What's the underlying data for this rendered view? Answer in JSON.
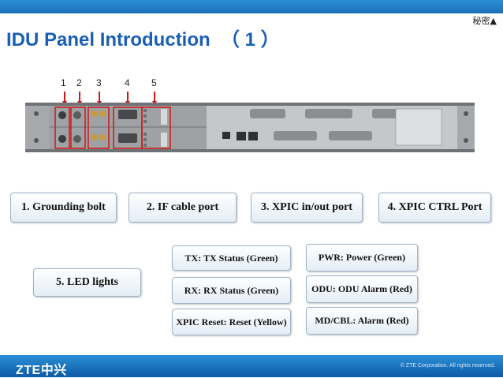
{
  "header": {
    "classification": "秘密▲",
    "title": "IDU Panel Introduction  （ 1 ）"
  },
  "callout_numbers": [
    "1",
    "2",
    "3",
    "4",
    "5"
  ],
  "labels": {
    "grounding": "1. Grounding bolt",
    "if_cable": "2. IF cable port",
    "xpic_inout": "3. XPIC in/out port",
    "xpic_ctrl": "4. XPIC CTRL Port",
    "led": "5. LED lights",
    "tx": "TX: TX Status (Green)",
    "rx": "RX: RX Status (Green)",
    "xpic_reset": "XPIC Reset: Reset (Yellow)",
    "pwr": "PWR: Power (Green)",
    "odu": "ODU: ODU Alarm (Red)",
    "mdcbl": "MD/CBL: Alarm (Red)"
  },
  "footer": {
    "logo": "ZTE中兴",
    "copyright": "© ZTE Corporation. All rights reserved."
  },
  "colors": {
    "accent": "#1a5fb4",
    "callout": "#d01818"
  }
}
